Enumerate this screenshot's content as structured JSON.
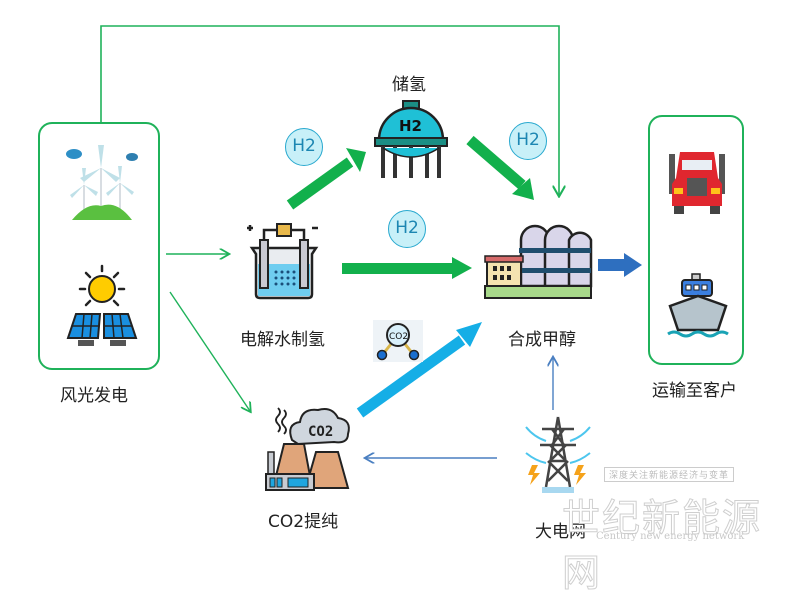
{
  "nodes": {
    "renewable": {
      "label": "风光发电",
      "icons": [
        "wind-turbine-icon",
        "solar-panel-icon"
      ]
    },
    "storage": {
      "label": "储氢",
      "icon": "hydrogen-tank-icon",
      "tank_text": "H2"
    },
    "electrolysis": {
      "label": "电解水制氢",
      "icon": "electrolysis-icon"
    },
    "methanol": {
      "label": "合成甲醇",
      "icon": "methanol-plant-icon"
    },
    "transport": {
      "label": "运输至客户",
      "icons": [
        "truck-icon",
        "ship-icon"
      ]
    },
    "co2": {
      "label": "CO2提纯",
      "icon": "co2-factory-icon",
      "cloud_text": "CO2"
    },
    "grid": {
      "label": "大电网",
      "icon": "power-tower-icon"
    }
  },
  "badges": {
    "h2_text": "H2",
    "co2_text": "CO2"
  },
  "colors": {
    "green": "#1fb25a",
    "flow_green": "#12b04c",
    "co2_blue": "#15aee6",
    "grid_blue": "#4a7fc1",
    "out_blue": "#2e6fbf"
  },
  "watermark": {
    "tagline": "深度关注新能源经济与变革",
    "name": "世纪新能源网",
    "english": "Century new energy network"
  }
}
